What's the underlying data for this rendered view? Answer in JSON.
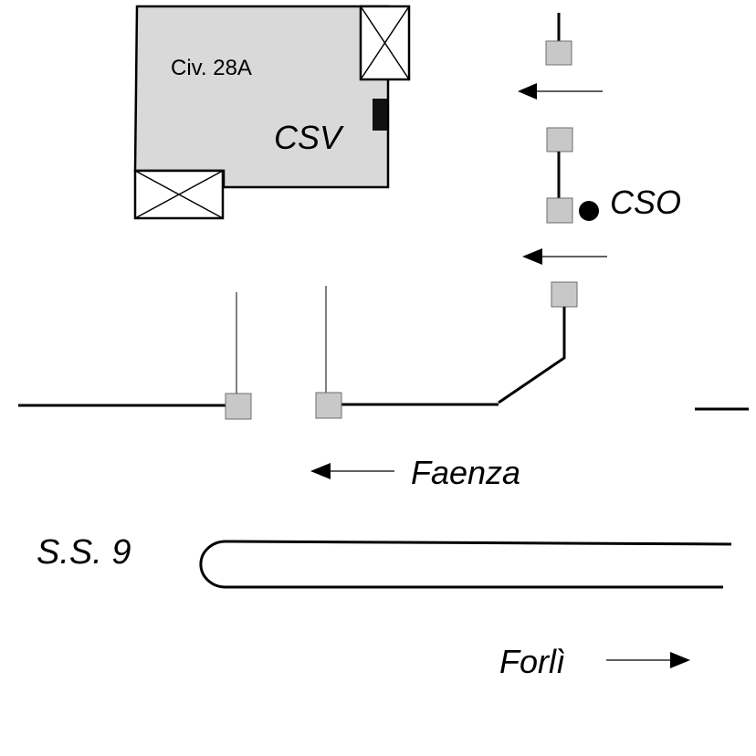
{
  "building": {
    "civic_label": "Civ. 28A",
    "csv_label": "CSV"
  },
  "cso_label": "CSO",
  "direction_west_label": "Faenza",
  "direction_east_label": "Forlì",
  "road_label": "S.S. 9",
  "colors": {
    "line": "#000000",
    "building_fill": "#d9d9d9",
    "manhole_fill": "#c8c8c8",
    "manhole_stroke": "#6e6e6e"
  }
}
